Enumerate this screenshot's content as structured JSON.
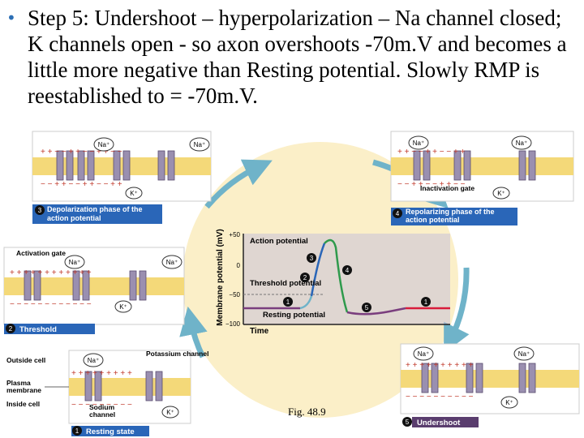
{
  "bullet": {
    "text": "Step 5: Undershoot – hyperpolarization – Na channel closed; K channels open - so axon overshoots -70m.V and becomes a little more negative than Resting potential.  Slowly RMP is reestablished to = -70m.V."
  },
  "center_graph": {
    "y_axis_label": "Membrane potential (mV)",
    "x_axis_label": "Time",
    "y_ticks": [
      "+50",
      "0",
      "−50",
      "−100"
    ],
    "action_potential_label": "Action potential",
    "threshold_label": "Threshold potential",
    "resting_label": "Resting potential",
    "markers": [
      "1",
      "2",
      "3",
      "4",
      "5",
      "1"
    ]
  },
  "panels": {
    "p1": {
      "number": "1",
      "caption": "Resting state",
      "outside_cell": "Outside cell",
      "plasma_membrane": "Plasma membrane",
      "inside_cell": "Inside cell",
      "sodium_channel": "Sodium channel",
      "potassium_channel": "Potassium channel",
      "na": "Na⁺",
      "k": "K⁺"
    },
    "p2": {
      "number": "2",
      "caption": "Threshold",
      "activation_gate": "Activation gate",
      "na1": "Na⁺",
      "na2": "Na⁺",
      "k": "K⁺"
    },
    "p3": {
      "number": "3",
      "caption": "Depolarization phase of the action potential",
      "na1": "Na⁺",
      "na2": "Na⁺",
      "k": "K⁺"
    },
    "p4": {
      "number": "4",
      "caption": "Repolarizing phase of the action potential",
      "inactivation_gate": "Inactivation gate",
      "na1": "Na⁺",
      "na2": "Na⁺",
      "k": "K⁺"
    },
    "p5": {
      "number": "5",
      "caption": "Undershoot",
      "na1": "Na⁺",
      "na2": "Na⁺",
      "k": "K⁺"
    }
  },
  "figure_caption": "Fig. 48.9",
  "colors": {
    "bullet": "#2c6fb5",
    "caption_bg": "#2a66b8",
    "caption_bg_dark": "#5a3d6e",
    "membrane": "#f4d979",
    "channel": "#9a8fb0",
    "circle_bg": "#fbefc8"
  }
}
